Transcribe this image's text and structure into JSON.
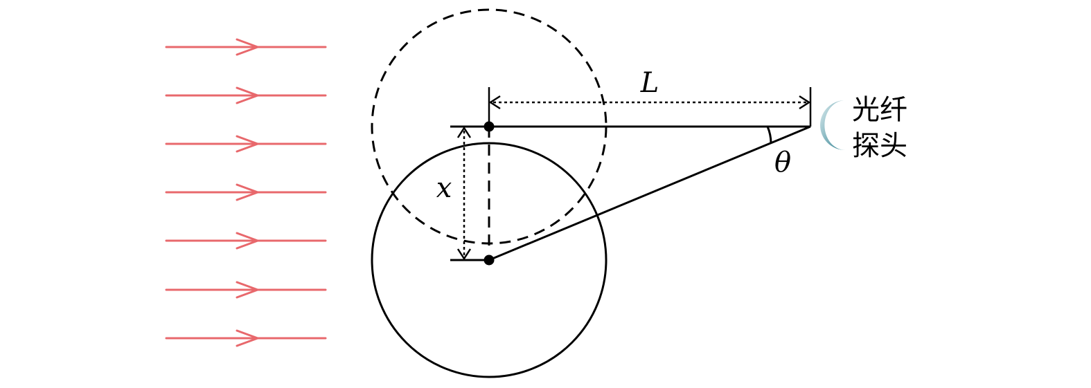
{
  "labels": {
    "L": "L",
    "x": "x",
    "theta": "θ",
    "probe_line1": "光纤",
    "probe_line2": "探头"
  },
  "colors": {
    "beam": "#e8686c",
    "stroke": "#000000",
    "probe_gradient_start": "#dfeef1",
    "probe_gradient_end": "#2e7f8f"
  },
  "beam_arrow_count": 7
}
